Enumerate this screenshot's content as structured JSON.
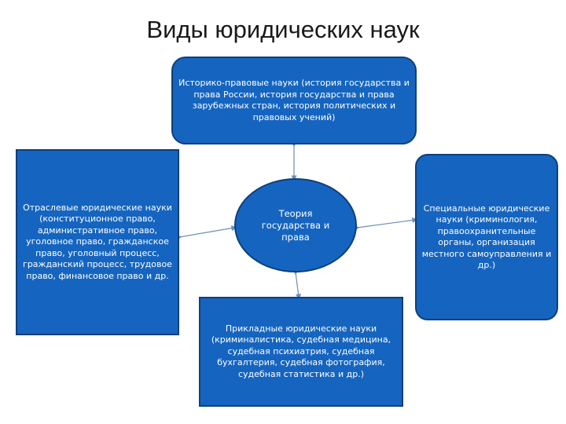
{
  "title": "Виды юридических наук",
  "nodes": {
    "top": "Историко-правовые науки (история государства и права России, история государства и права зарубежных стран, история политических и правовых учений)",
    "left": "Отраслевые юридические науки (конституционное право, административное право, уголовное право, гражданское право, уголовный процесс, гражданский процесс, трудовое право, финансовое право и др.",
    "center": "Теория государства и права",
    "right": "Специальные юридические науки (криминология, правоохранительные органы, организация местного самоуправления и др.)",
    "bottom": "Прикладные юридические науки (криминалистика, судебная медицина, судебная психиатрия, судебная бухгалтерия, судебная фотография, судебная статистика и др.)"
  },
  "colors": {
    "box_fill": "#1565c0",
    "box_border": "#0d3f7a",
    "text": "#ffffff",
    "connector": "#6b8fb8"
  }
}
